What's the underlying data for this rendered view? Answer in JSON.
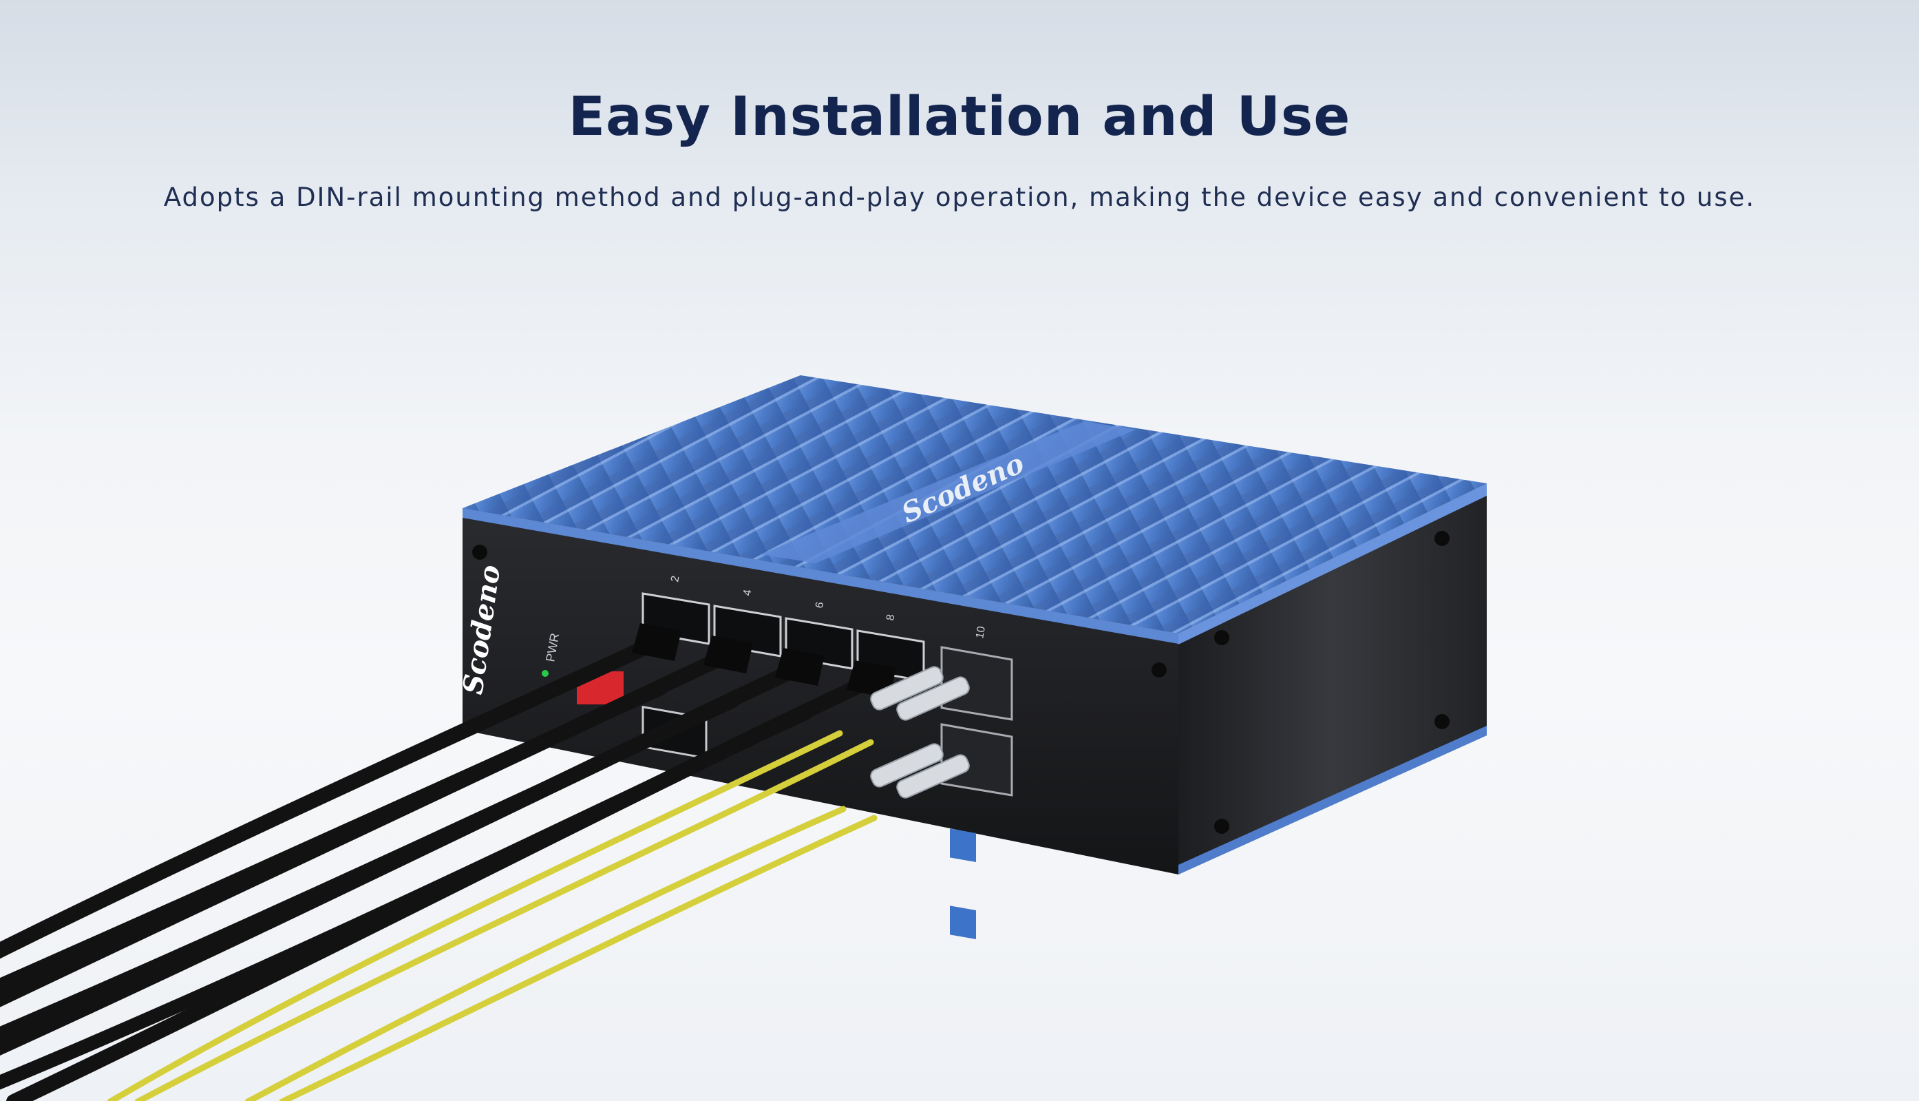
{
  "heading": {
    "title": "Easy Installation and Use",
    "subtitle": "Adopts a DIN-rail mounting method and plug-and-play operation, making the device easy and convenient to use."
  },
  "device": {
    "brand": "Scodeno",
    "led_label": "PWR",
    "port_numbers": [
      "2",
      "4",
      "6",
      "8",
      "10"
    ],
    "colors": {
      "housing": "#4a78c4",
      "front_panel": "#1e1f22",
      "fiber": "#d8d23a",
      "cable": "#141414"
    }
  }
}
